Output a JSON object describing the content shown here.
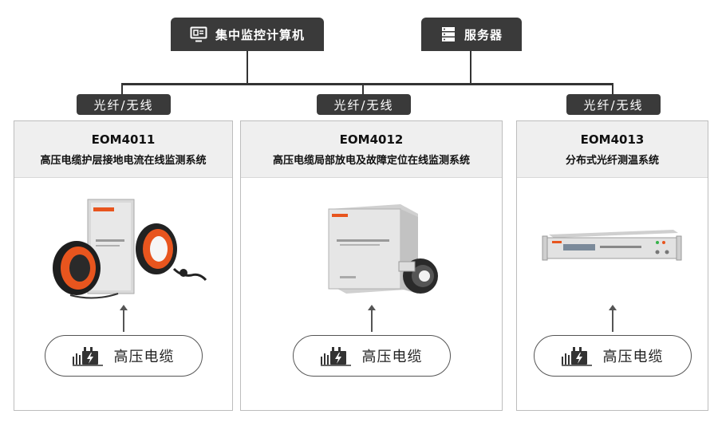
{
  "top": {
    "monitor": {
      "label": "集中监控计算机",
      "icon": "monitor-icon"
    },
    "server": {
      "label": "服务器",
      "icon": "server-icon"
    }
  },
  "link_label": "光纤/无线",
  "systems": [
    {
      "model": "EOM4011",
      "name": "高压电缆护层接地电流在线监测系统",
      "source": "高压电缆"
    },
    {
      "model": "EOM4012",
      "name": "高压电缆局部放电及故障定位在线监测系统",
      "source": "高压电缆"
    },
    {
      "model": "EOM4013",
      "name": "分布式光纤测温系统",
      "source": "高压电缆"
    }
  ],
  "colors": {
    "dark": "#3a3a3a",
    "accent": "#e8551e",
    "border": "#bdbdbd"
  }
}
